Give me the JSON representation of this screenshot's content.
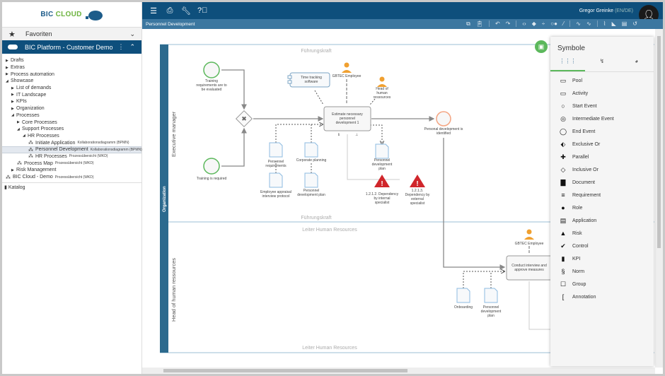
{
  "sidebar": {
    "logo": {
      "part1": "BIC",
      "part2": "CLOUD"
    },
    "favorites": "Favoriten",
    "platform": "BIC Platform - Customer Demo",
    "tree": [
      {
        "label": "Drafts",
        "level": 0,
        "state": "closed"
      },
      {
        "label": "Extras",
        "level": 0,
        "state": "closed"
      },
      {
        "label": "Process automation",
        "level": 0,
        "state": "closed"
      },
      {
        "label": "Showcase",
        "level": 0,
        "state": "open"
      },
      {
        "label": "List of demands",
        "level": 1,
        "state": "closed"
      },
      {
        "label": "IT Landscape",
        "level": 1,
        "state": "closed"
      },
      {
        "label": "KPIs",
        "level": 1,
        "state": "closed"
      },
      {
        "label": "Organization",
        "level": 1,
        "state": "closed"
      },
      {
        "label": "Processes",
        "level": 1,
        "state": "open"
      },
      {
        "label": "Core Processes",
        "level": 2,
        "state": "closed"
      },
      {
        "label": "Support Processes",
        "level": 2,
        "state": "open"
      },
      {
        "label": "HR Processes",
        "level": 3,
        "state": "open"
      },
      {
        "label": "Initiate Application",
        "type": "Kollaborationsdiagramm (BPMN)",
        "level": 4,
        "state": "model"
      },
      {
        "label": "Personnel Development",
        "type": "Kollaborationsdiagramm (BPMN)",
        "level": 4,
        "state": "model",
        "selected": true
      },
      {
        "label": "HR Processes",
        "type": "Prozessübersicht (WKD)",
        "level": 4,
        "state": "model"
      },
      {
        "label": "Process Map",
        "type": "Prozessübersicht (WKD)",
        "level": 2,
        "state": "model"
      },
      {
        "label": "Risk Management",
        "level": 1,
        "state": "closed"
      },
      {
        "label": "BIC Cloud - Demo",
        "type": "Prozessübersicht (WKD)",
        "level": 0,
        "state": "model"
      }
    ],
    "catalog": "Katalog"
  },
  "topbar": {
    "icons": [
      "menu-icon",
      "print-icon",
      "wrench-icon",
      "help-icon"
    ],
    "user": "Gregor Greinke",
    "locale": "(EN/DE)"
  },
  "breadcrumb": "Personnel Development",
  "toolbar_icons": [
    "copy",
    "paste",
    "undo",
    "redo",
    "code",
    "layers",
    "distribute",
    "toggle",
    "magic",
    "line",
    "line-alt",
    "attach",
    "tag",
    "comment",
    "history"
  ],
  "panel": {
    "title": "Symbole",
    "tabs": [
      "symbols",
      "connectors",
      "palette"
    ],
    "items": [
      {
        "icon": "▭",
        "label": "Pool"
      },
      {
        "icon": "▭",
        "label": "Activity"
      },
      {
        "icon": "○",
        "label": "Start Event"
      },
      {
        "icon": "◎",
        "label": "Intermediate Event"
      },
      {
        "icon": "◯",
        "label": "End Event"
      },
      {
        "icon": "⬖",
        "label": "Exclusive Or"
      },
      {
        "icon": "✚",
        "label": "Parallel"
      },
      {
        "icon": "◇",
        "label": "Inclusive Or"
      },
      {
        "icon": "▇",
        "label": "Document"
      },
      {
        "icon": "≡",
        "label": "Requirement"
      },
      {
        "icon": "●",
        "label": "Role"
      },
      {
        "icon": "▤",
        "label": "Application"
      },
      {
        "icon": "▲",
        "label": "Risk"
      },
      {
        "icon": "✔",
        "label": "Control"
      },
      {
        "icon": "▮",
        "label": "KPI"
      },
      {
        "icon": "§",
        "label": "Norm"
      },
      {
        "icon": "☐",
        "label": "Group"
      },
      {
        "icon": "[",
        "label": "Annotation"
      }
    ]
  },
  "diagram": {
    "pool": "Organization",
    "lanes": [
      {
        "label": "Executive manager",
        "header": "Führungskraft"
      },
      {
        "label": "Head of human ressources",
        "header": "Leiter Human Resources"
      }
    ],
    "start1": [
      "Training",
      "requirements are to",
      "be evaluated"
    ],
    "start2": "Training is required",
    "task1": [
      "Estimate necessary",
      "personnel",
      "development 1"
    ],
    "app": [
      "Time tracking",
      "software"
    ],
    "role1": "GBTEC Employee",
    "role2": [
      "Head of",
      "human",
      "ressources"
    ],
    "end": [
      "Personal development is",
      "identified"
    ],
    "doc_req": [
      "Personnel",
      "requirements"
    ],
    "doc_corp": "Corporate planning",
    "doc_appr": [
      "Employee appraisal",
      "interview protocol"
    ],
    "doc_plan1": [
      "Personnel",
      "development plan"
    ],
    "doc_out": [
      "Personnel",
      "development",
      "plan"
    ],
    "risk1": [
      "1.2.1.2. Dependency",
      "by internal",
      "specialist"
    ],
    "risk2": [
      "1.2.1.3.",
      "Dependency by",
      "external",
      "specialist"
    ],
    "role3": "GBTEC Employee",
    "task2": [
      "Conduct interview and",
      "approve measures"
    ],
    "doc_onb": "Onboarding",
    "doc_plan2": [
      "Personnel",
      "development",
      "plan"
    ]
  },
  "colors": {
    "brand": "#0e4f7c",
    "accent": "#5cb85c",
    "end": "#f4a582",
    "risk": "#d0262b",
    "role": "#f0a030"
  }
}
